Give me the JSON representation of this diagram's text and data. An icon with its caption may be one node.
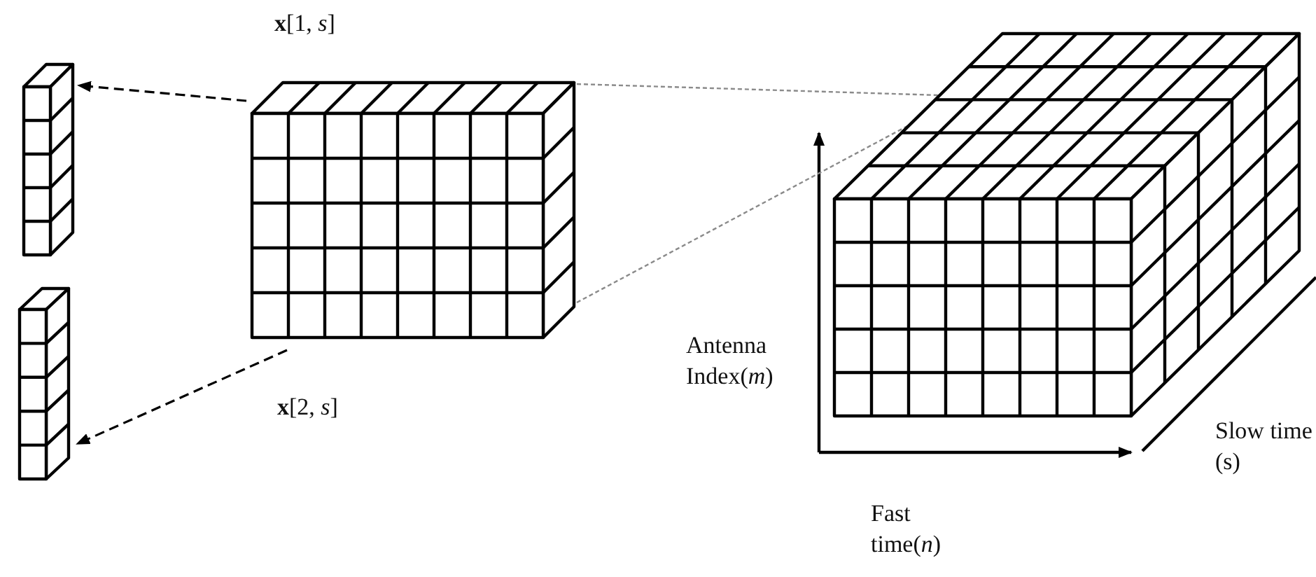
{
  "diagram": {
    "nodes": [
      {
        "text": [],
        "shape": "box"
      },
      {
        "text": [],
        "shape": "box"
      },
      {
        "text": [],
        "shape": "box"
      },
      {
        "text": [],
        "shape": "box"
      }
    ],
    "edges": [
      {
        "from": 2,
        "to": 0,
        "arrow": "to",
        "style": "dashed"
      },
      {
        "from": 2,
        "to": 1,
        "arrow": "to",
        "style": "dashed"
      },
      {
        "from": 2,
        "to": 3,
        "arrow": "none",
        "style": "dashed",
        "color": "#8a8a8a"
      },
      {
        "from": 2,
        "to": 3,
        "arrow": "none",
        "style": "dashed",
        "color": "#8a8a8a"
      }
    ],
    "labels": [
      "**x**[1, *s*]",
      "**x**[2, *s*]",
      "Antenna Index(*m*)",
      "Slow time (s)",
      "Fast time(*n*)"
    ]
  }
}
